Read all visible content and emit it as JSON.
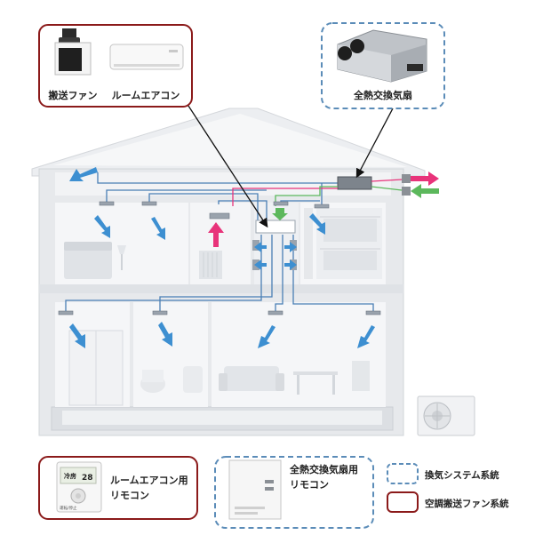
{
  "callouts": {
    "fan_label": "搬送ファン",
    "aircon_label": "ルームエアコン",
    "erv_label": "全熱交換気扇"
  },
  "remotes": {
    "aircon_remote_label": [
      "ルームエアコン用",
      "リモコン"
    ],
    "erv_remote_label": [
      "全熱交換気扇用",
      "リモコン"
    ],
    "aircon_remote_screen": {
      "mode": "冷房",
      "temp": "28",
      "footer": "運転/停止"
    }
  },
  "legend": {
    "ventilation_system": "換気システム系統",
    "air_transport_fan_system": "空調搬送ファン系統"
  },
  "colors": {
    "ventilation_border": "#5b8cb8",
    "fan_system_border": "#8b1a1a",
    "duct_blue": "#4a7fb5",
    "arrow_blue": "#3d8fd1",
    "arrow_pink": "#e8337a",
    "arrow_green": "#5cb85c",
    "house_wall": "#e9ebee",
    "room_interior": "#f4f5f7"
  }
}
